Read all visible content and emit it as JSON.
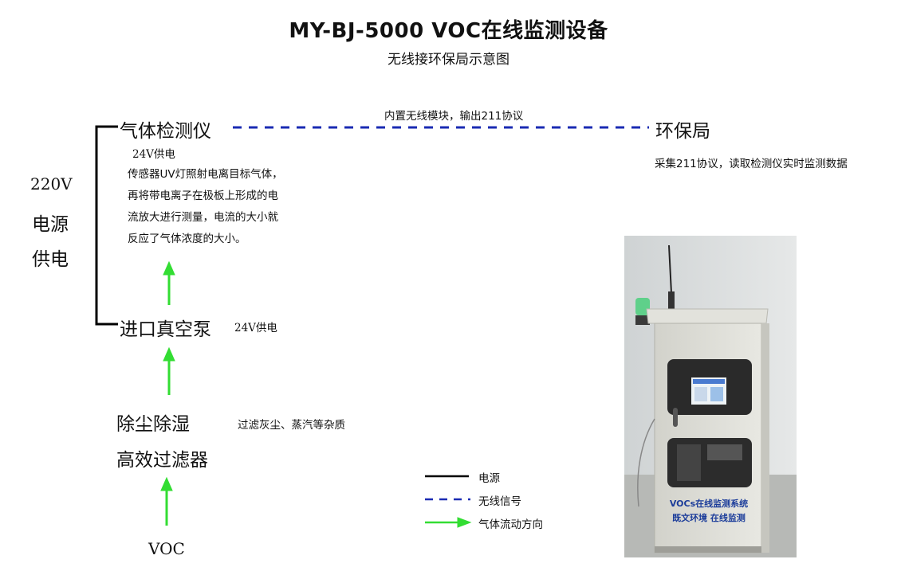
{
  "title": "MY-BJ-5000 VOC在线监测设备",
  "subtitle": "无线接环保局示意图",
  "nodes": {
    "detector": "气体检测仪",
    "bureau": "环保局",
    "pump": "进口真空泵",
    "filter_line1": "除尘除湿",
    "filter_line2": "高效过滤器",
    "voc": "VOC"
  },
  "labels": {
    "wireless_link": "内置无线模块，输出211协议",
    "bureau_desc": "采集211协议，读取检测仪实时监测数据",
    "detector_power": "24V供电",
    "detector_desc": [
      "传感器UV灯照射电离目标气体，",
      "再将带电离子在极板上形成的电",
      "流放大进行测量，电流的大小就",
      "反应了气体浓度的大小。"
    ],
    "pump_power": "24V供电",
    "filter_desc": "过滤灰尘、蒸汽等杂质",
    "power_supply": [
      "220V",
      "电源",
      "供电"
    ]
  },
  "legend": [
    {
      "label": "电源",
      "style": "solid",
      "color": "#000000"
    },
    {
      "label": "无线信号",
      "style": "dashed",
      "color": "#1a2bb3"
    },
    {
      "label": "气体流动方向",
      "style": "arrow",
      "color": "#33dd33"
    }
  ],
  "photo": {
    "panel_line1": "VOCs在线监测系统",
    "panel_line2": "既文环境  在线监测"
  },
  "colors": {
    "wireless": "#1a2bb3",
    "arrow": "#33dd33",
    "power": "#000000"
  }
}
